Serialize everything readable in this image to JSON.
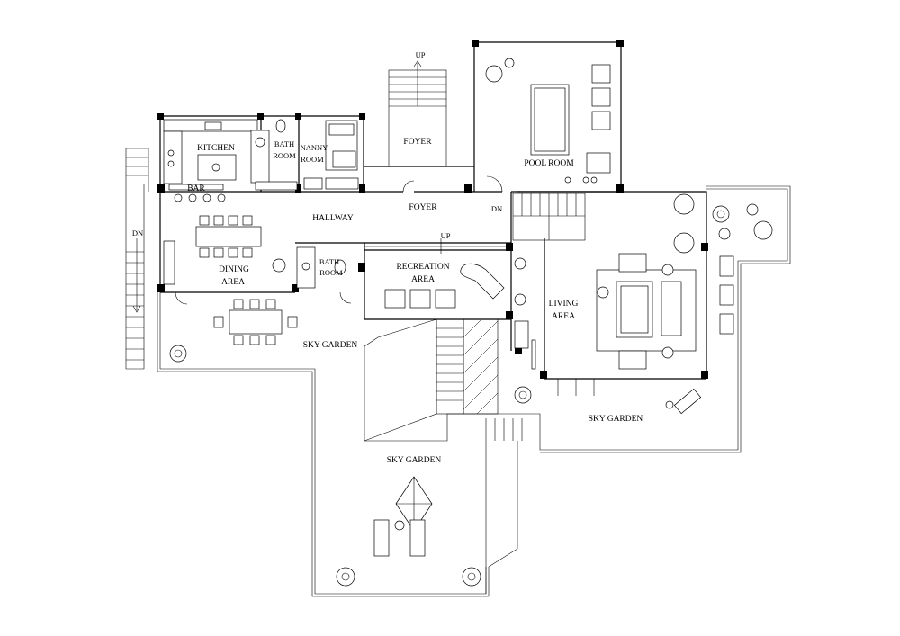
{
  "labels": {
    "kitchen": "KITCHEN",
    "bar": "BAR",
    "bath1_a": "BATH",
    "bath1_b": "ROOM",
    "nanny_a": "NANNY",
    "nanny_b": "ROOM",
    "foyer_top": "FOYER",
    "foyer_mid": "FOYER",
    "pool_room": "POOL ROOM",
    "hallway": "HALLWAY",
    "dining_a": "DINING",
    "dining_b": "AREA",
    "bath2_a": "BATH",
    "bath2_b": "ROOM",
    "recreation_a": "RECREATION",
    "recreation_b": "AREA",
    "living_a": "LIVING",
    "living_b": "AREA",
    "sky_garden_left": "SKY GARDEN",
    "sky_garden_right": "SKY GARDEN",
    "sky_garden_bottom": "SKY GARDEN",
    "up_top": "UP",
    "up_mid": "UP",
    "dn_left": "DN",
    "dn_mid": "DN"
  }
}
